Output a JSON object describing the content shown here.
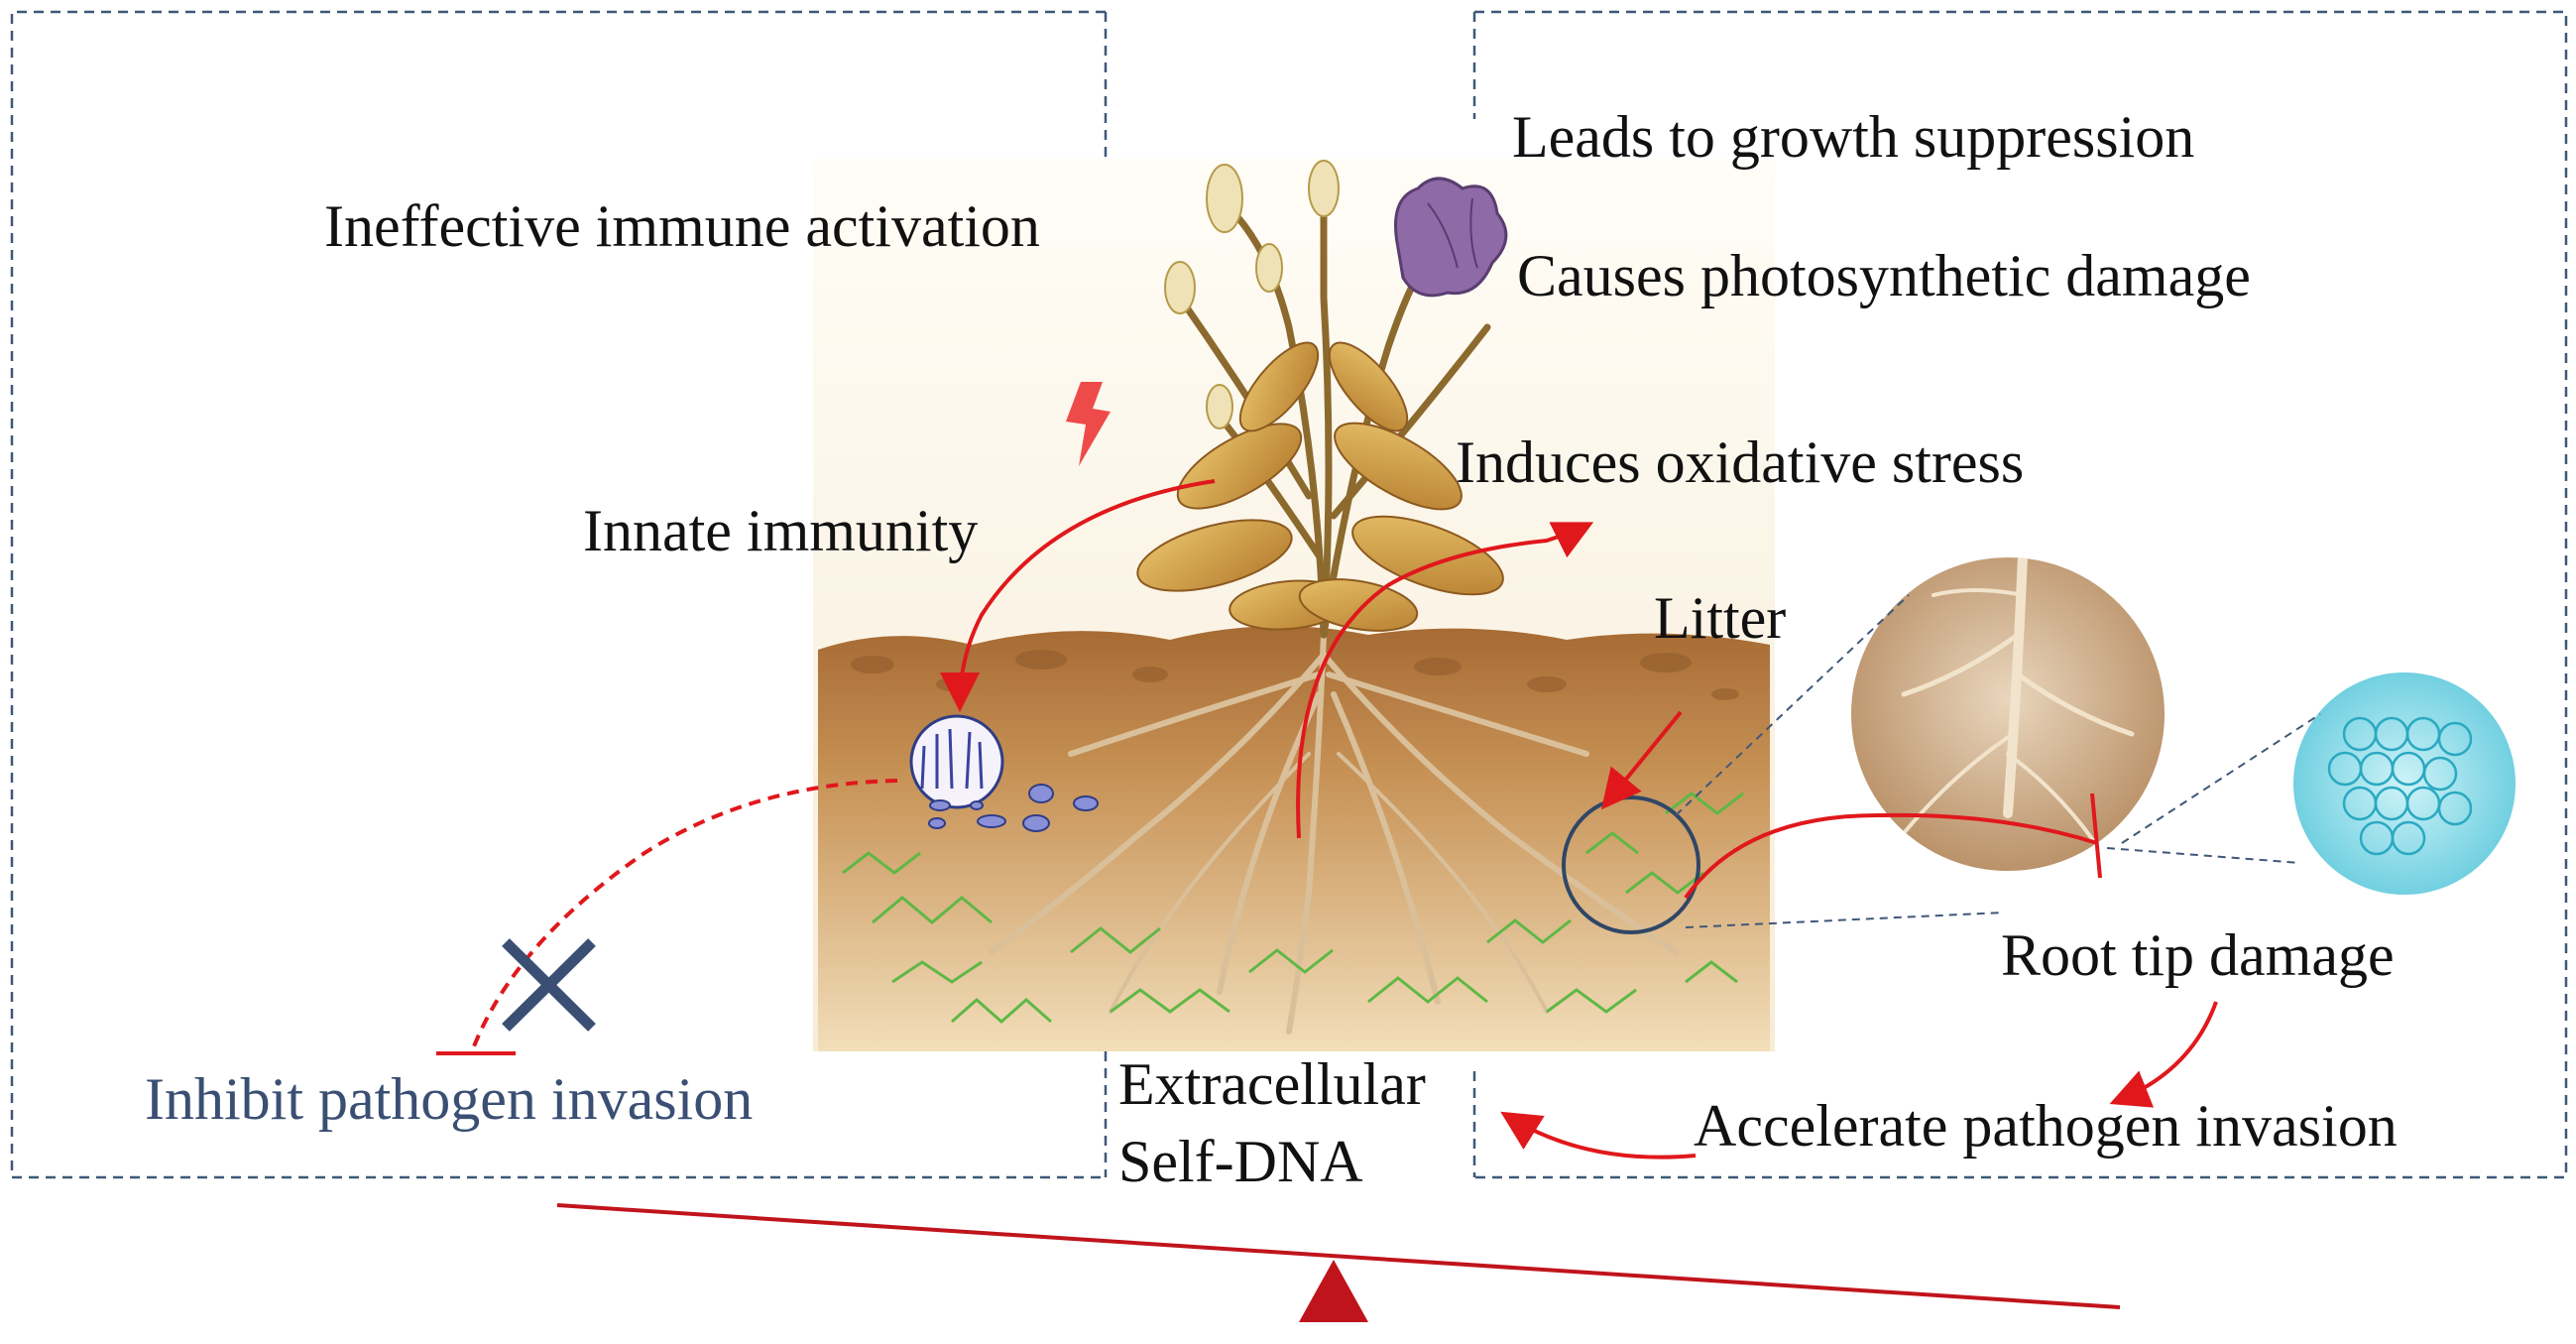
{
  "labels": {
    "ineffective_immune": "Ineffective immune activation",
    "innate_immunity": "Innate immunity",
    "inhibit_pathogen": "Inhibit pathogen invasion",
    "growth_suppression": "Leads to growth suppression",
    "photosynthetic_damage": "Causes photosynthetic damage",
    "oxidative_stress": "Induces oxidative stress",
    "litter": "Litter",
    "root_tip_damage": "Root tip damage",
    "accelerate_pathogen": "Accelerate pathogen invasion",
    "extracellular": "Extracellular",
    "self_dna": "Self-DNA"
  },
  "icons": [
    "lightning-icon",
    "x-mark-icon",
    "fulcrum-triangle-icon"
  ],
  "colors": {
    "arrow_red": "#e0181c",
    "panel_border": "#3f5878",
    "x_mark": "#3a4f73",
    "lightning": "#ef4a4a",
    "soil": "#b9844a",
    "dna_green": "#5fb845",
    "root_circle": "#c9a47c",
    "cell_circle": "#6cd3e4",
    "balance_beam": "#c0141c"
  }
}
